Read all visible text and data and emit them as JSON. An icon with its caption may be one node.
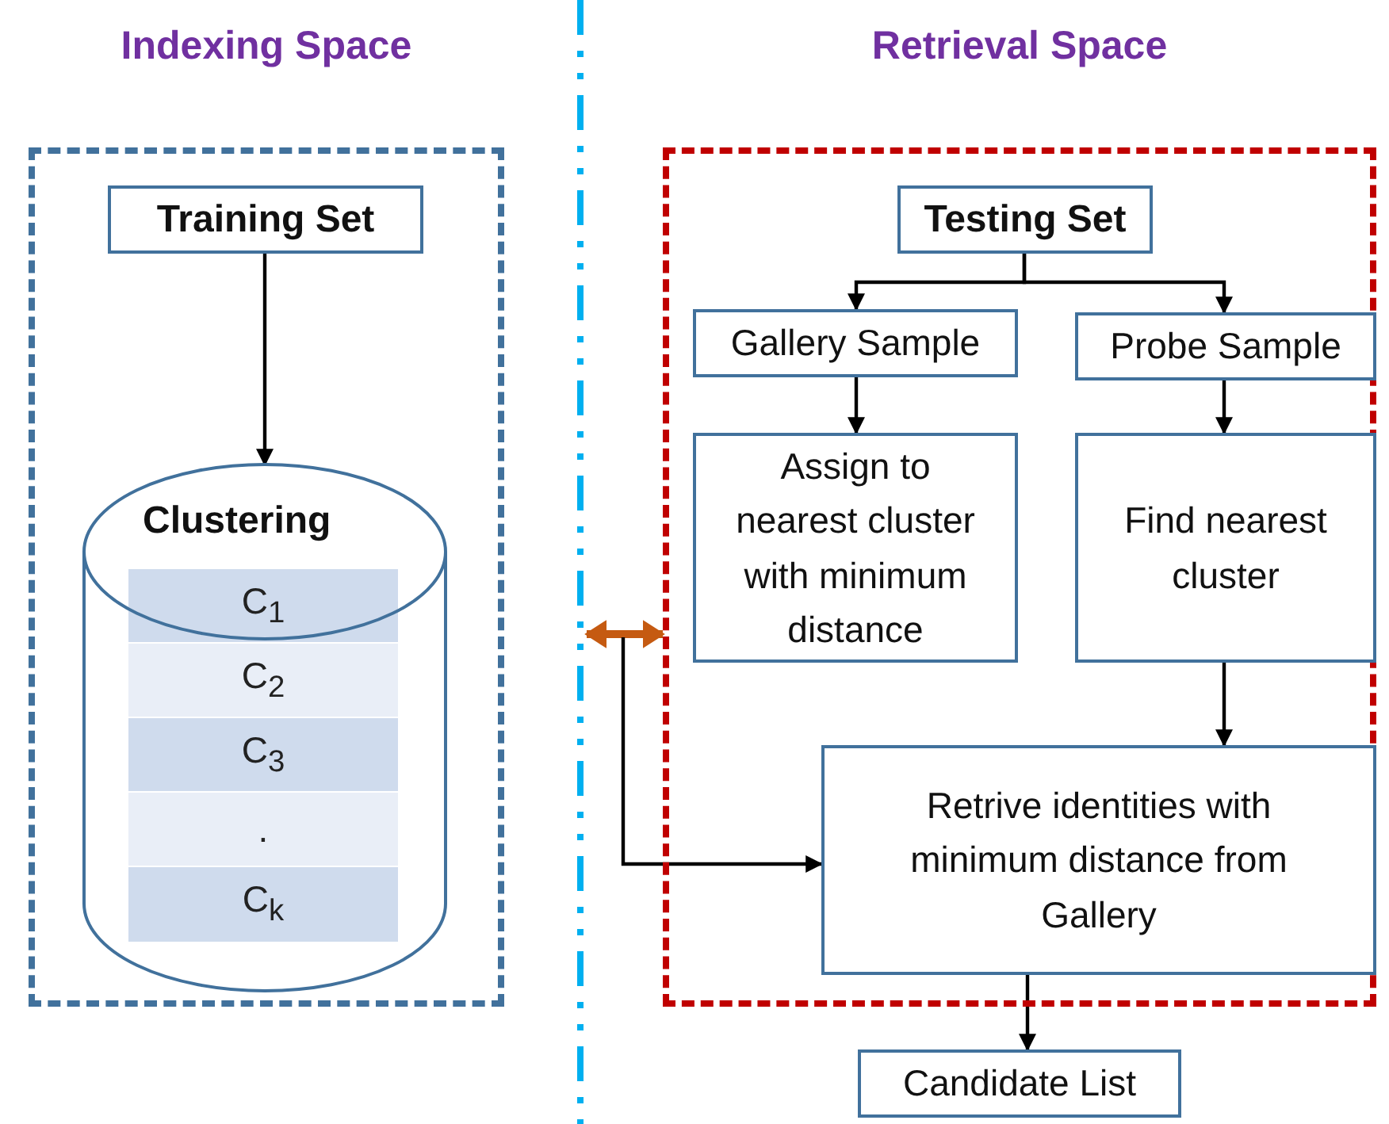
{
  "diagram": {
    "nodes": [
      {
        "text": [
          "Indexing Space"
        ]
      },
      {
        "text": [
          "Training Set"
        ],
        "in": 0
      },
      {
        "text": [
          "Clustering"
        ],
        "in": 0
      },
      {
        "text": [
          "C$_{1}$"
        ],
        "in": 2
      },
      {
        "text": [
          "C$_{2}$"
        ],
        "in": 2
      },
      {
        "text": [
          "C$_{3}$"
        ],
        "in": 2
      },
      {
        "text": [
          "."
        ],
        "in": 2
      },
      {
        "text": [
          "C$_{k}$"
        ],
        "in": 2
      },
      {
        "text": [
          "Retrieval Space"
        ]
      },
      {
        "text": [
          "Testing Set"
        ],
        "in": 8
      },
      {
        "text": [
          "Gallery Sample"
        ],
        "in": 8
      },
      {
        "text": [
          "Probe Sample"
        ],
        "in": 8
      },
      {
        "text": [
          "Assign to nearest cluster with minimum distance"
        ],
        "in": 8
      },
      {
        "text": [
          "Find nearest cluster"
        ],
        "in": 8
      },
      {
        "text": [
          "Retrive identities with minimum distance from Gallery"
        ],
        "in": 8
      },
      {
        "text": [
          "Candidate List"
        ]
      }
    ],
    "edges": [
      {
        "from": 1,
        "to": 2,
        "arrow": "to"
      },
      {
        "from": 9,
        "to": 10,
        "arrow": "to"
      },
      {
        "from": 9,
        "to": 11,
        "arrow": "to"
      },
      {
        "from": 10,
        "to": 12,
        "arrow": "to"
      },
      {
        "from": 11,
        "to": 13,
        "arrow": "to"
      },
      {
        "from": 13,
        "to": 14,
        "arrow": "to"
      },
      {
        "from": 14,
        "to": 15,
        "arrow": "to"
      },
      {
        "from": null,
        "to": 8,
        "arrow": "both",
        "style": "thick",
        "color": "#c55a11"
      },
      {
        "from": null,
        "to": 14,
        "arrow": "to"
      }
    ]
  }
}
